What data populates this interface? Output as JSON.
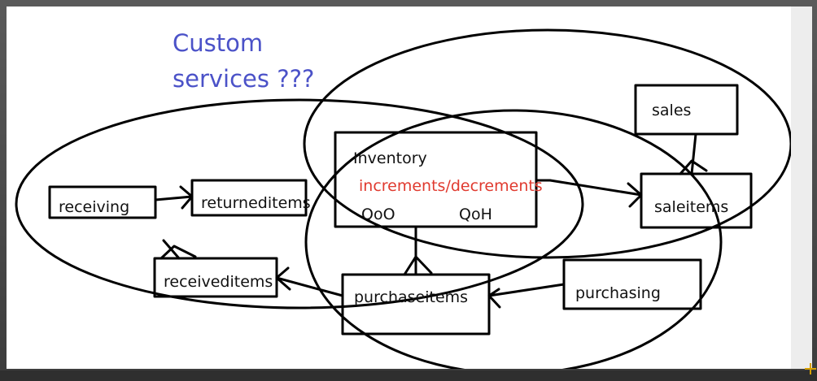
{
  "colors": {
    "note": "#4b52c8",
    "highlight": "#e03a2f",
    "ink": "#000000",
    "label": "#111111"
  },
  "note": {
    "line1": "Custom",
    "line2": "services ???"
  },
  "entities": {
    "sales": "sales",
    "inventory": "Inventory",
    "inventory_note": "increments/decrements",
    "qoo": "QoO",
    "qoh": "QoH",
    "receiving": "receiving",
    "returneditems": "returneditems",
    "saleitems": "saleitems",
    "receiveditems": "receiveditems",
    "purchaseitems": "purchaseitems",
    "purchasing": "purchasing"
  },
  "icons": {
    "corner": "resize-corner-icon"
  }
}
